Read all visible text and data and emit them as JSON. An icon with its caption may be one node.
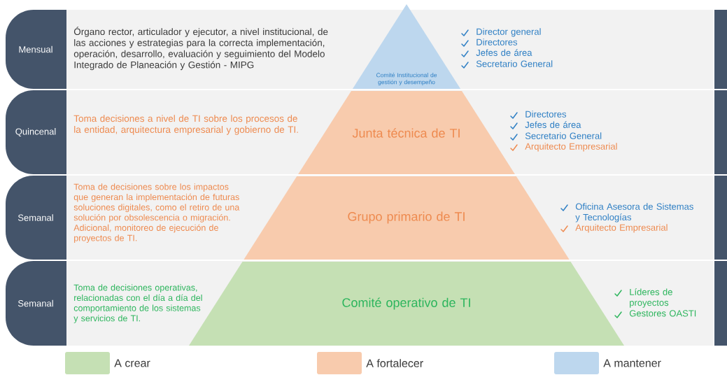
{
  "diagram": {
    "nodes": [
      {
        "text": [
          "Mensual"
        ]
      },
      {
        "text": [
          "Quincenal"
        ]
      },
      {
        "text": [
          "Semanal"
        ]
      },
      {
        "text": [
          "Semanal"
        ]
      },
      {
        "text": [
          "Comité Institucional de gestión y desempeño"
        ]
      },
      {
        "text": [
          "Junta técnica de TI"
        ]
      },
      {
        "text": [
          "Grupo primario de TI"
        ]
      },
      {
        "text": [
          "Comité operativo de TI"
        ]
      }
    ],
    "labels": [
      "Órgano rector, articulador y ejecutor, a nivel institucional, de las acciones y estrategias para la correcta implementación, operación, desarrollo, evaluación y seguimiento del Modelo Integrado de Planeación y Gestión  - MIPG",
      "Director general",
      "Directores",
      "Jefes de área",
      "Secretario General",
      "Toma decisiones a nivel de TI sobre los procesos de la entidad, arquitectura empresarial y gobierno de TI.",
      "Directores",
      "Jefes de área",
      "Secretario General",
      "Arquitecto Empresarial",
      "Toma de decisiones sobre los impactos que generan la implementación de futuras soluciones digitales, como el retiro de una solución por obsolescencia o migración. Adicional, monitoreo de ejecución de proyectos de TI.",
      "Oficina Asesora de Sistemas y Tecnologías",
      "Arquitecto Empresarial",
      "Toma de decisiones operativas, relacionadas con el día a día del comportamiento de los sistemas y servicios de TI.",
      "Líderes de proyectos",
      "Gestores OASTI"
    ],
    "legend": [
      {
        "text": "A crear",
        "color": "#c5e0b4"
      },
      {
        "text": "A fortalecer",
        "color": "#f8cbad"
      },
      {
        "text": "A mantener",
        "color": "#bdd7ee"
      }
    ]
  }
}
